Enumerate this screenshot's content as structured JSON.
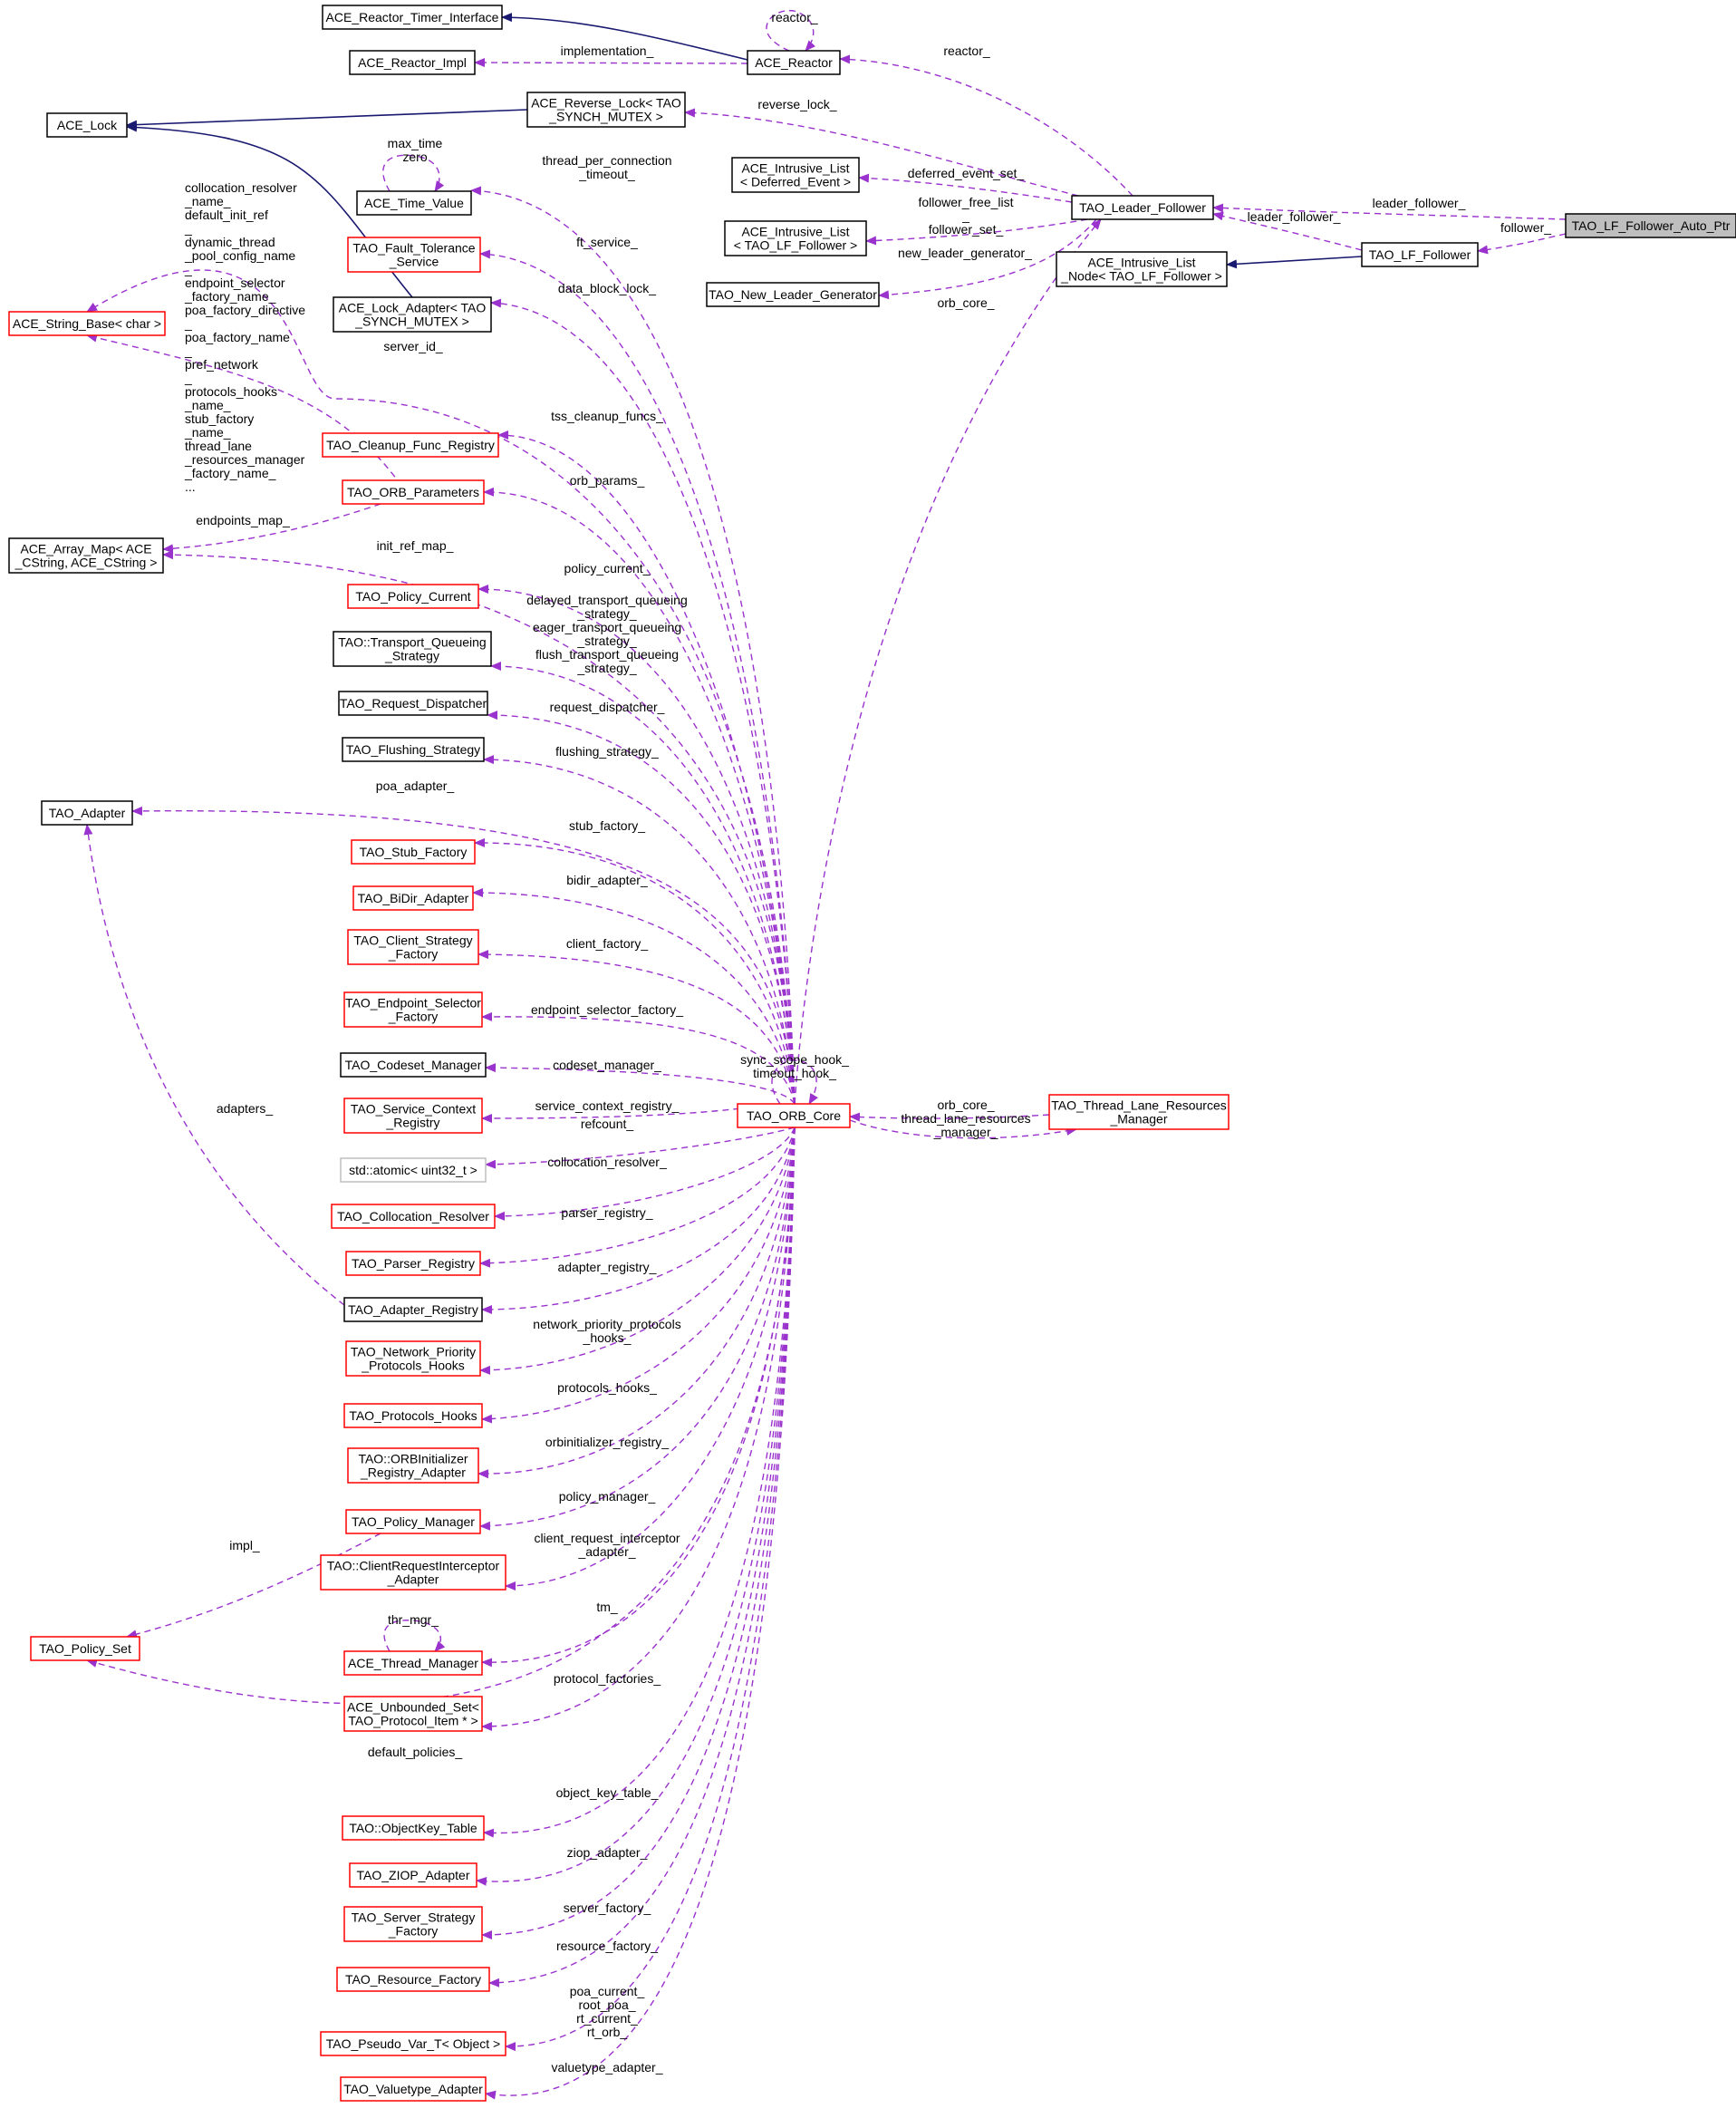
{
  "colors": {
    "dependency": "#9a32cd",
    "inheritance": "#191970",
    "undocumented_border": "#ff0000",
    "documented_border": "#000000",
    "external_border": "#bfbfbf",
    "focus_fill": "#bfbfbf"
  },
  "nodes": {
    "reactor_timer_iface": {
      "lines": [
        "ACE_Reactor_Timer_Interface"
      ],
      "style": "black"
    },
    "reactor_impl": {
      "lines": [
        "ACE_Reactor_Impl"
      ],
      "style": "black"
    },
    "ace_reactor": {
      "lines": [
        "ACE_Reactor"
      ],
      "style": "black"
    },
    "ace_lock": {
      "lines": [
        "ACE_Lock"
      ],
      "style": "black"
    },
    "reverse_lock": {
      "lines": [
        "ACE_Reverse_Lock< TAO",
        "_SYNCH_MUTEX >"
      ],
      "style": "black"
    },
    "intrusive_deferred": {
      "lines": [
        "ACE_Intrusive_List",
        "< Deferred_Event >"
      ],
      "style": "black"
    },
    "leader_follower": {
      "lines": [
        "TAO_Leader_Follower"
      ],
      "style": "black"
    },
    "lf_auto_ptr": {
      "lines": [
        "TAO_LF_Follower_Auto_Ptr"
      ],
      "style": "focus"
    },
    "time_value": {
      "lines": [
        "ACE_Time_Value"
      ],
      "style": "black"
    },
    "intrusive_lf": {
      "lines": [
        "ACE_Intrusive_List",
        "< TAO_LF_Follower >"
      ],
      "style": "black"
    },
    "lf_follower": {
      "lines": [
        "TAO_LF_Follower"
      ],
      "style": "black"
    },
    "intrusive_node": {
      "lines": [
        "ACE_Intrusive_List",
        "_Node< TAO_LF_Follower >"
      ],
      "style": "black"
    },
    "fault_tolerance": {
      "lines": [
        "TAO_Fault_Tolerance",
        "_Service"
      ],
      "style": "red"
    },
    "new_leader_gen": {
      "lines": [
        "TAO_New_Leader_Generator"
      ],
      "style": "black"
    },
    "string_base": {
      "lines": [
        "ACE_String_Base< char >"
      ],
      "style": "red"
    },
    "lock_adapter": {
      "lines": [
        "ACE_Lock_Adapter< TAO",
        "_SYNCH_MUTEX >"
      ],
      "style": "black"
    },
    "cleanup_func": {
      "lines": [
        "TAO_Cleanup_Func_Registry"
      ],
      "style": "red"
    },
    "orb_parameters": {
      "lines": [
        "TAO_ORB_Parameters"
      ],
      "style": "red"
    },
    "array_map": {
      "lines": [
        "ACE_Array_Map< ACE",
        "_CString, ACE_CString >"
      ],
      "style": "black"
    },
    "policy_current": {
      "lines": [
        "TAO_Policy_Current"
      ],
      "style": "red"
    },
    "transport_queueing": {
      "lines": [
        "TAO::Transport_Queueing",
        "_Strategy"
      ],
      "style": "black"
    },
    "request_dispatcher": {
      "lines": [
        "TAO_Request_Dispatcher"
      ],
      "style": "black"
    },
    "flushing_strategy": {
      "lines": [
        "TAO_Flushing_Strategy"
      ],
      "style": "black"
    },
    "tao_adapter": {
      "lines": [
        "TAO_Adapter"
      ],
      "style": "black"
    },
    "stub_factory": {
      "lines": [
        "TAO_Stub_Factory"
      ],
      "style": "red"
    },
    "bidir_adapter": {
      "lines": [
        "TAO_BiDir_Adapter"
      ],
      "style": "red"
    },
    "client_strategy": {
      "lines": [
        "TAO_Client_Strategy",
        "_Factory"
      ],
      "style": "red"
    },
    "endpoint_selector": {
      "lines": [
        "TAO_Endpoint_Selector",
        "_Factory"
      ],
      "style": "red"
    },
    "codeset_manager": {
      "lines": [
        "TAO_Codeset_Manager"
      ],
      "style": "black"
    },
    "service_context": {
      "lines": [
        "TAO_Service_Context",
        "_Registry"
      ],
      "style": "red"
    },
    "orb_core": {
      "lines": [
        "TAO_ORB_Core"
      ],
      "style": "red"
    },
    "thread_lane": {
      "lines": [
        "TAO_Thread_Lane_Resources",
        "_Manager"
      ],
      "style": "red"
    },
    "atomic": {
      "lines": [
        "std::atomic< uint32_t >"
      ],
      "style": "gray"
    },
    "collocation_resolver": {
      "lines": [
        "TAO_Collocation_Resolver"
      ],
      "style": "red"
    },
    "parser_registry": {
      "lines": [
        "TAO_Parser_Registry"
      ],
      "style": "red"
    },
    "adapter_registry": {
      "lines": [
        "TAO_Adapter_Registry"
      ],
      "style": "black"
    },
    "network_priority": {
      "lines": [
        "TAO_Network_Priority",
        "_Protocols_Hooks"
      ],
      "style": "red"
    },
    "protocols_hooks": {
      "lines": [
        "TAO_Protocols_Hooks"
      ],
      "style": "red"
    },
    "orbinitializer": {
      "lines": [
        "TAO::ORBInitializer",
        "_Registry_Adapter"
      ],
      "style": "red"
    },
    "policy_manager": {
      "lines": [
        "TAO_Policy_Manager"
      ],
      "style": "red"
    },
    "client_request": {
      "lines": [
        "TAO::ClientRequestInterceptor",
        "_Adapter"
      ],
      "style": "red"
    },
    "policy_set": {
      "lines": [
        "TAO_Policy_Set"
      ],
      "style": "red"
    },
    "thread_manager": {
      "lines": [
        "ACE_Thread_Manager"
      ],
      "style": "red"
    },
    "unbounded_set": {
      "lines": [
        "ACE_Unbounded_Set<",
        "TAO_Protocol_Item * >"
      ],
      "style": "red"
    },
    "objectkey_table": {
      "lines": [
        "TAO::ObjectKey_Table"
      ],
      "style": "red"
    },
    "ziop_adapter": {
      "lines": [
        "TAO_ZIOP_Adapter"
      ],
      "style": "red"
    },
    "server_strategy": {
      "lines": [
        "TAO_Server_Strategy",
        "_Factory"
      ],
      "style": "red"
    },
    "resource_factory": {
      "lines": [
        "TAO_Resource_Factory"
      ],
      "style": "red"
    },
    "pseudo_var": {
      "lines": [
        "TAO_Pseudo_Var_T< Object >"
      ],
      "style": "red"
    },
    "valuetype_adapter": {
      "lines": [
        "TAO_Valuetype_Adapter"
      ],
      "style": "red"
    }
  },
  "edge_labels": {
    "reactor_self": [
      "reactor_"
    ],
    "implementation": [
      "implementation_"
    ],
    "reactor": [
      "reactor_"
    ],
    "reverse_lock": [
      "reverse_lock_"
    ],
    "deferred_event_set": [
      "deferred_event_set_"
    ],
    "leader_follower_ptr": [
      "leader_follower_"
    ],
    "follower_ptr": [
      "follower_"
    ],
    "follower_sets": [
      "follower_free_list",
      "_",
      "follower_set_"
    ],
    "leader_follower_lf": [
      "leader_follower_"
    ],
    "new_leader_generator": [
      "new_leader_generator_"
    ],
    "orb_core_lf": [
      "orb_core_"
    ],
    "time_self": [
      "max_time",
      "zero"
    ],
    "thread_per_connection": [
      "thread_per_connection",
      "_timeout_"
    ],
    "orb_params_strings": [
      "collocation_resolver",
      "_name_",
      "default_init_ref",
      "_",
      "dynamic_thread",
      "_pool_config_name",
      "_",
      "endpoint_selector",
      "_factory_name_",
      "poa_factory_directive",
      "_",
      "poa_factory_name",
      "_",
      "pref_network",
      "_",
      "protocols_hooks",
      "_name_",
      "stub_factory",
      "_name_",
      "thread_lane",
      "_resources_manager",
      "_factory_name_",
      "..."
    ],
    "ft_service": [
      "ft_service_"
    ],
    "data_block_lock": [
      "data_block_lock_"
    ],
    "server_id": [
      "server_id_"
    ],
    "tss_cleanup": [
      "tss_cleanup_funcs_"
    ],
    "orb_params": [
      "orb_params_"
    ],
    "endpoints_map": [
      "endpoints_map_"
    ],
    "init_ref_map": [
      "init_ref_map_"
    ],
    "policy_current": [
      "policy_current_"
    ],
    "queueing": [
      "delayed_transport_queueing",
      "_strategy_",
      "eager_transport_queueing",
      "_strategy_",
      "flush_transport_queueing",
      "_strategy_"
    ],
    "request_dispatcher": [
      "request_dispatcher_"
    ],
    "flushing_strategy": [
      "flushing_strategy_"
    ],
    "poa_adapter": [
      "poa_adapter_"
    ],
    "stub_factory": [
      "stub_factory_"
    ],
    "bidir_adapter": [
      "bidir_adapter_"
    ],
    "client_factory": [
      "client_factory_"
    ],
    "endpoint_selector": [
      "endpoint_selector_factory_"
    ],
    "codeset_manager": [
      "codeset_manager_"
    ],
    "service_context": [
      "service_context_registry_"
    ],
    "orb_self": [
      "sync_scope_hook_",
      "timeout_hook_"
    ],
    "orb_core_tl": [
      "orb_core_"
    ],
    "thread_lane": [
      "thread_lane_resources",
      "_manager_"
    ],
    "refcount": [
      "refcount_"
    ],
    "collocation_resolver": [
      "collocation_resolver_"
    ],
    "parser_registry": [
      "parser_registry_"
    ],
    "adapter_registry": [
      "adapter_registry_"
    ],
    "adapters": [
      "adapters_"
    ],
    "network_priority": [
      "network_priority_protocols",
      "_hooks_"
    ],
    "protocols_hooks": [
      "protocols_hooks_"
    ],
    "orbinitializer": [
      "orbinitializer_registry_"
    ],
    "policy_manager": [
      "policy_manager_"
    ],
    "client_request": [
      "client_request_interceptor",
      "_adapter_"
    ],
    "impl": [
      "impl_"
    ],
    "tm": [
      "tm_"
    ],
    "thr_mgr": [
      "thr_mgr_"
    ],
    "protocol_factories": [
      "protocol_factories_"
    ],
    "default_policies": [
      "default_policies_"
    ],
    "object_key_table": [
      "object_key_table_"
    ],
    "ziop_adapter": [
      "ziop_adapter_"
    ],
    "server_factory": [
      "server_factory_"
    ],
    "resource_factory": [
      "resource_factory_"
    ],
    "pseudo_vars": [
      "poa_current_",
      "root_poa_",
      "rt_current_",
      "rt_orb_"
    ],
    "valuetype_adapter": [
      "valuetype_adapter_"
    ]
  }
}
